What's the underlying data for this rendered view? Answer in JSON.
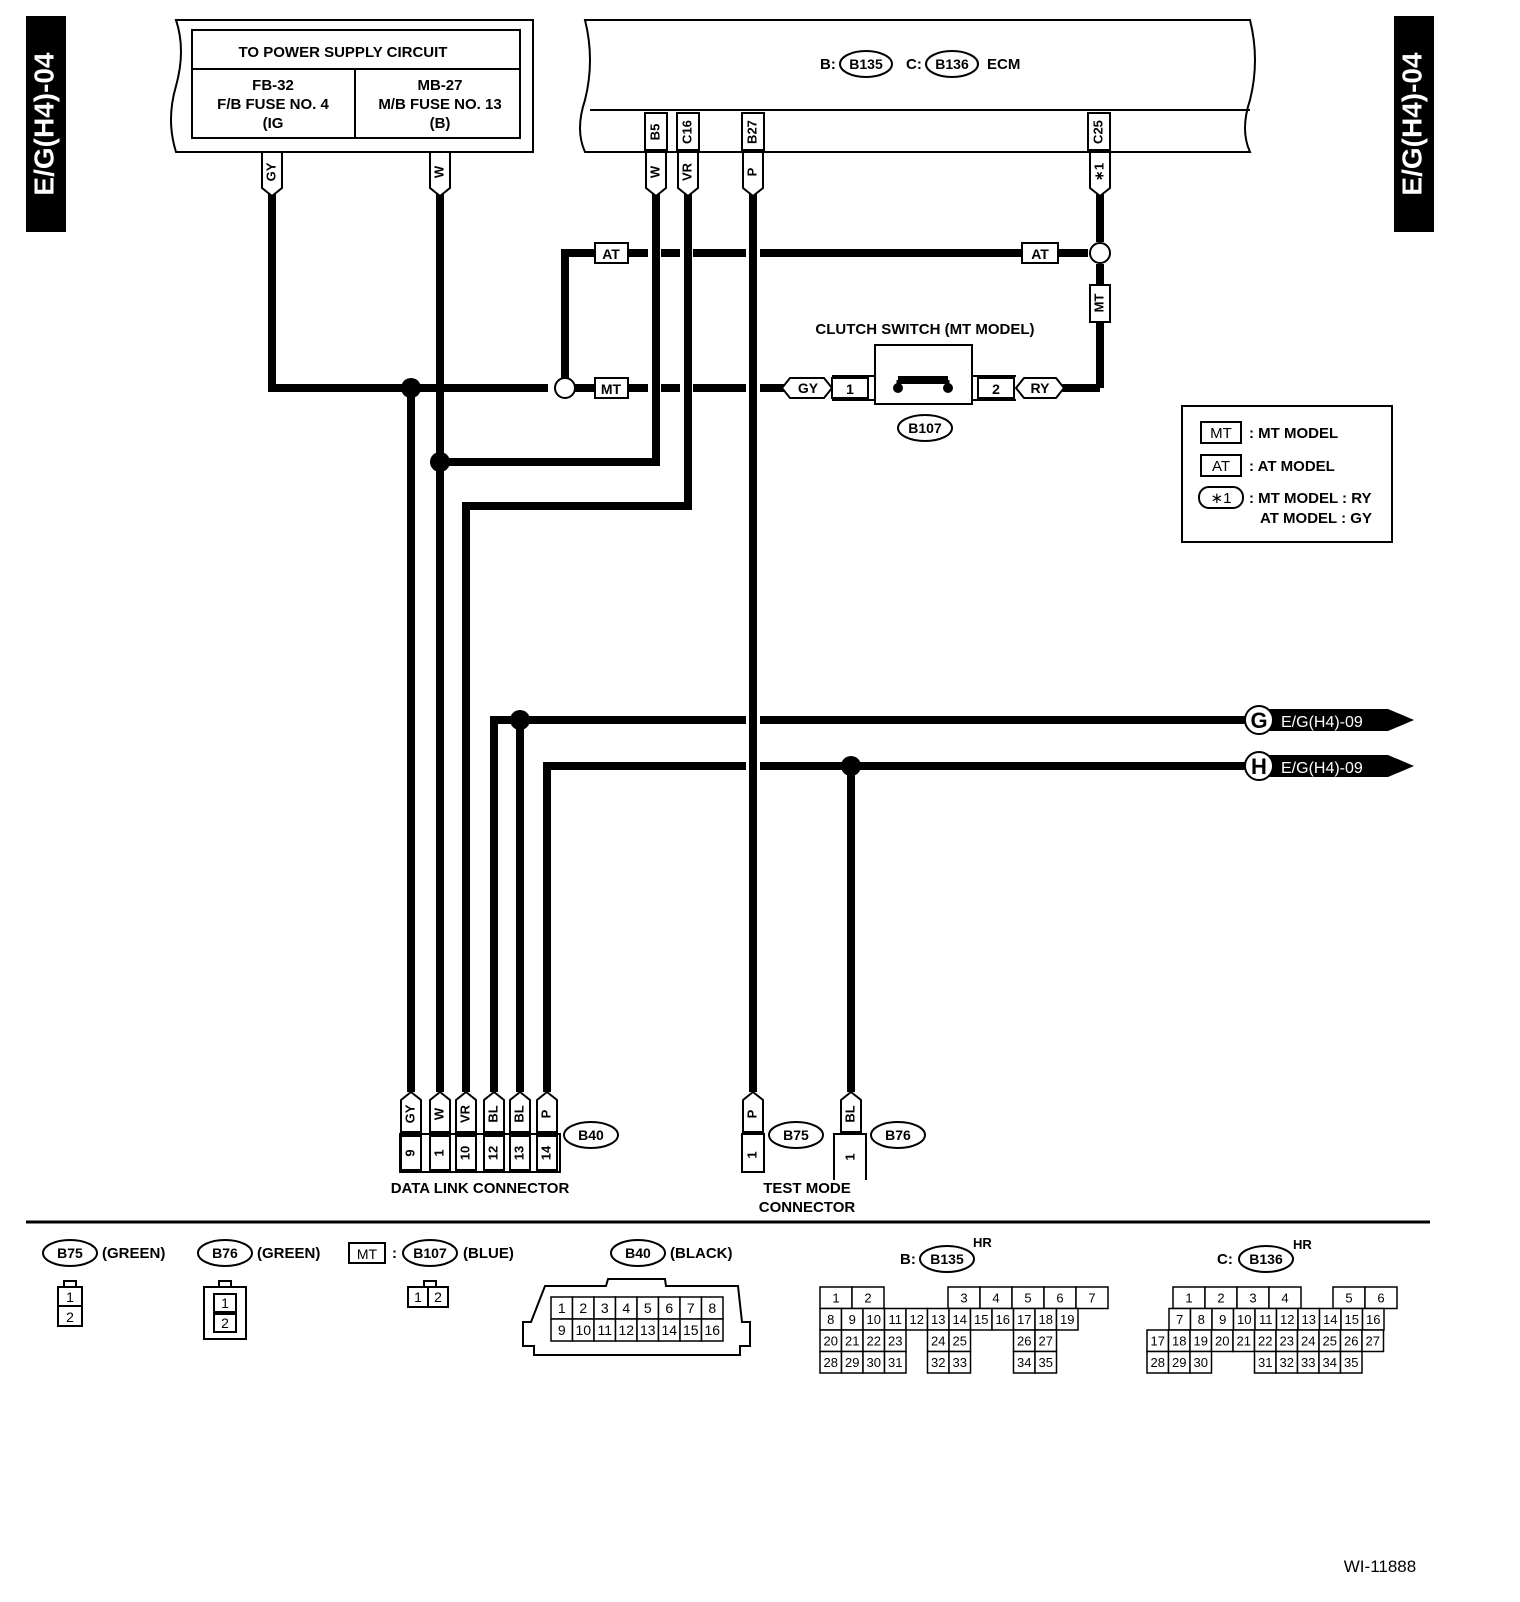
{
  "side_tabs": {
    "left": "E/G(H4)-04",
    "right": "E/G(H4)-04"
  },
  "power_supply": {
    "title": "TO POWER SUPPLY CIRCUIT",
    "left": {
      "id": "FB-32",
      "name": "F/B FUSE NO. 4",
      "type": "(IG"
    },
    "right": {
      "id": "MB-27",
      "name": "M/B FUSE NO. 13",
      "type": "(B)"
    }
  },
  "ecm": {
    "prefix_b": "B:",
    "conn_b": "B135",
    "prefix_c": "C:",
    "conn_c": "B136",
    "label": "ECM",
    "pins": [
      "B5",
      "C16",
      "B27",
      "C25"
    ]
  },
  "wire_colors": {
    "gy": "GY",
    "w": "W",
    "ecm_w": "W",
    "ecm_vr": "VR",
    "ecm_p": "P",
    "star1": "∗1",
    "gy_clutch": "GY",
    "ry_clutch": "RY",
    "mt_vertical": "MT"
  },
  "model_tags": {
    "at_left": "AT",
    "at_right": "AT",
    "mt": "MT"
  },
  "clutch_switch": {
    "title": "CLUTCH SWITCH (MT MODEL)",
    "pin1": "1",
    "pin2": "2",
    "conn": "B107"
  },
  "legend": {
    "mt_tag": "MT",
    "mt_text": ": MT MODEL",
    "at_tag": "AT",
    "at_text": ": AT MODEL",
    "star_tag": "∗1",
    "star_text1": ": MT MODEL : RY",
    "star_text2": "AT MODEL : GY"
  },
  "off_page": [
    {
      "letter": "G",
      "ref": "E/G(H4)-09"
    },
    {
      "letter": "H",
      "ref": "E/G(H4)-09"
    }
  ],
  "data_link_connector": {
    "conn": "B40",
    "label": "DATA LINK CONNECTOR",
    "colors": [
      "GY",
      "W",
      "VR",
      "BL",
      "BL",
      "P"
    ],
    "pins": [
      "9",
      "1",
      "10",
      "12",
      "13",
      "14"
    ]
  },
  "test_mode": {
    "label1": "TEST MODE",
    "label2": "CONNECTOR",
    "b75": {
      "conn": "B75",
      "color": "P",
      "pin": "1"
    },
    "b76": {
      "conn": "B76",
      "color": "BL",
      "pin": "1"
    }
  },
  "bottom_connectors": {
    "b75": {
      "conn": "B75",
      "color": "(GREEN)",
      "pins": [
        "1",
        "2"
      ]
    },
    "b76": {
      "conn": "B76",
      "color": "(GREEN)",
      "pins": [
        "1",
        "2"
      ]
    },
    "b107": {
      "tag": "MT",
      "sep": ":",
      "conn": "B107",
      "color": "(BLUE)",
      "pins": [
        "1",
        "2"
      ]
    },
    "b40": {
      "conn": "B40",
      "color": "(BLACK)",
      "row1": [
        "1",
        "2",
        "3",
        "4",
        "5",
        "6",
        "7",
        "8"
      ],
      "row2": [
        "9",
        "10",
        "11",
        "12",
        "13",
        "14",
        "15",
        "16"
      ]
    },
    "b135": {
      "prefix": "B:",
      "conn": "B135",
      "hr": "HR",
      "row1": [
        "1",
        "2",
        "",
        "",
        "3",
        "4",
        "5",
        "6",
        "7"
      ],
      "row2": [
        "8",
        "9",
        "10",
        "11",
        "12",
        "13",
        "14",
        "15",
        "16",
        "17",
        "18",
        "19"
      ],
      "row3": [
        "20",
        "21",
        "22",
        "23",
        "",
        "24",
        "25",
        "",
        "",
        "26",
        "27"
      ],
      "row4": [
        "28",
        "29",
        "30",
        "31",
        "",
        "32",
        "33",
        "",
        "",
        "34",
        "35"
      ]
    },
    "b136": {
      "prefix": "C:",
      "conn": "B136",
      "hr": "HR",
      "row1": [
        "1",
        "2",
        "3",
        "4",
        "",
        "5",
        "6"
      ],
      "row2": [
        "7",
        "8",
        "9",
        "10",
        "11",
        "12",
        "13",
        "14",
        "15",
        "16"
      ],
      "row3": [
        "17",
        "18",
        "19",
        "20",
        "21",
        "22",
        "23",
        "24",
        "25",
        "26",
        "27"
      ],
      "row4": [
        "28",
        "29",
        "30",
        "",
        "",
        "31",
        "32",
        "33",
        "34",
        "35"
      ]
    }
  },
  "figure_id": "WI-11888"
}
